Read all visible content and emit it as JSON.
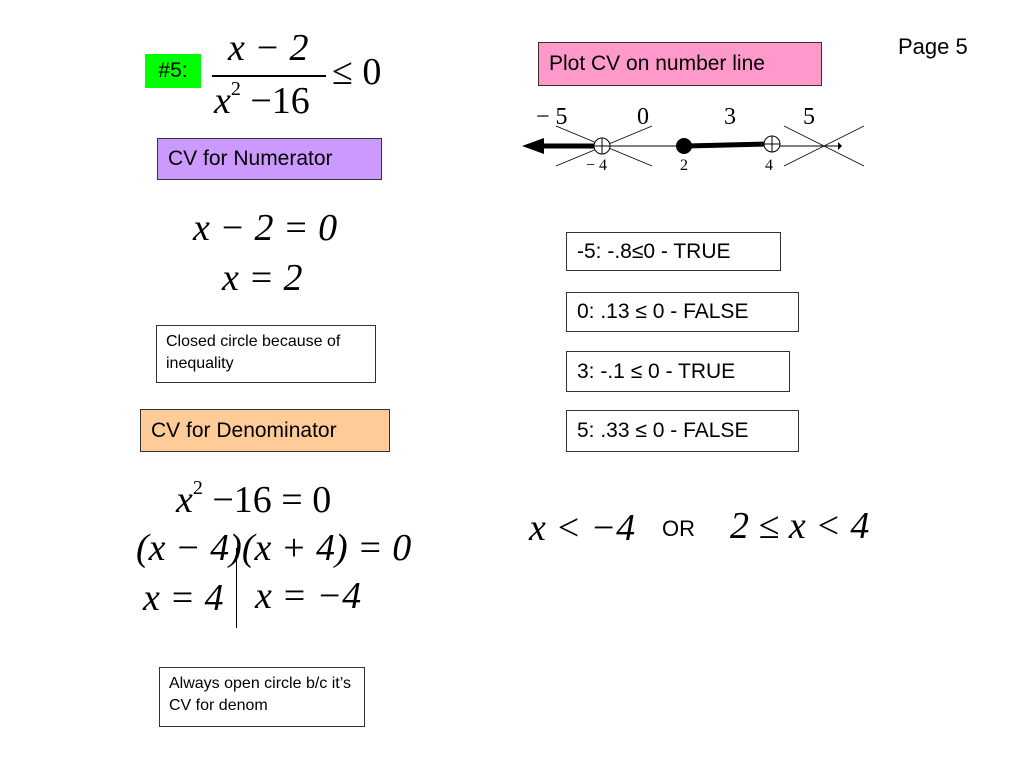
{
  "page_label": "Page 5",
  "problem": {
    "number_label": "#5:",
    "numerator": "x − 2",
    "denominator_base": "x",
    "denominator_exp": "2",
    "denominator_rest": " −16",
    "relation": "≤ 0"
  },
  "numerator_section": {
    "header": "CV for Numerator",
    "line1": "x − 2 = 0",
    "line2": "x = 2",
    "note": "Closed circle because of inequality"
  },
  "denominator_section": {
    "header": "CV for Denominator",
    "line1_base": "x",
    "line1_exp": "2",
    "line1_rest": " −16 = 0",
    "line2": "(x − 4)(x + 4) = 0",
    "line3_left": "x = 4",
    "line3_right": "x = −4",
    "note": "Always open circle b/c it’s CV for denom"
  },
  "number_line": {
    "header": "Plot CV on number line",
    "test_labels": [
      "− 5",
      "0",
      "3",
      "5"
    ],
    "cv_labels": [
      "− 4",
      "2",
      "4"
    ]
  },
  "tests": [
    "-5: -.8≤0 - TRUE",
    "0: .13 ≤ 0 - FALSE",
    "3: -.1  ≤ 0 - TRUE",
    "5: .33 ≤ 0 - FALSE"
  ],
  "answer": {
    "left": "x < −4",
    "connector": "OR",
    "right": "2 ≤ x < 4"
  },
  "colors": {
    "number_label_bg": "#00ff00",
    "numerator_header_bg": "#cc99ff",
    "denominator_header_bg": "#ffcc99",
    "number_line_header_bg": "#ff99cc"
  }
}
